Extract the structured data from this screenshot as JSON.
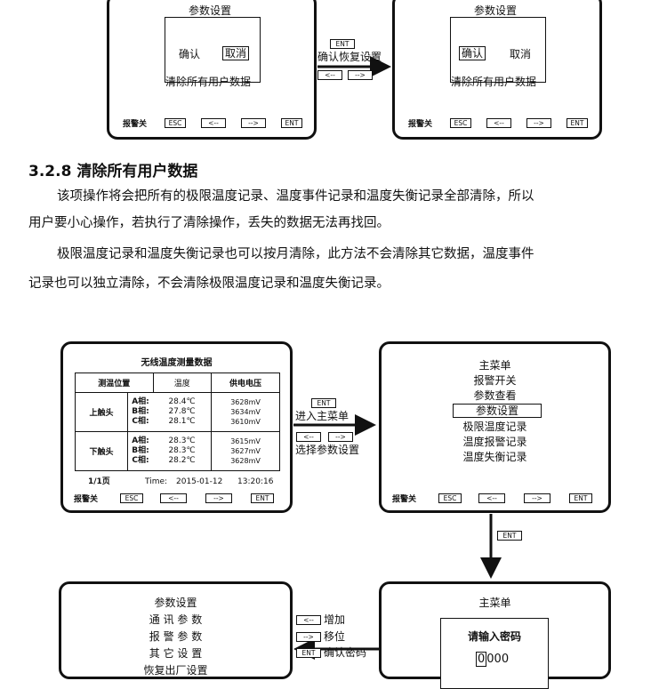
{
  "top_left_screen": {
    "title": "参数设置",
    "confirm": "确认",
    "cancel": "取消",
    "bottom_text": "清除所有用户数据"
  },
  "top_right_screen": {
    "title": "参数设置",
    "confirm": "确认",
    "cancel": "取消",
    "bottom_text": "清除所有用户数据"
  },
  "keypad": {
    "alarm_off": "报警关",
    "esc": "ESC",
    "left": "<--",
    "right": "-->",
    "ent": "ENT"
  },
  "top_arrow": {
    "ent": "ENT",
    "label": "确认恢复设置",
    "left": "<--",
    "right": "-->"
  },
  "section": {
    "heading": "3.2.8  清除所有用户数据",
    "paragraphs": [
      "该项操作将会把所有的极限温度记录、温度事件记录和温度失衡记录全部清除，所以",
      "用户要小心操作，若执行了清除操作，丢失的数据无法再找回。",
      "极限温度记录和温度失衡记录也可以按月清除，此方法不会清除其它数据，温度事件",
      "记录也可以独立清除，不会清除极限温度记录和温度失衡记录。"
    ]
  },
  "measure_screen": {
    "title": "无线温度测量数据",
    "headers": [
      "测温位置",
      "温度",
      "供电电压"
    ],
    "groups": [
      {
        "name": "上触头",
        "phases": "A相:\nB相:\nC相:",
        "temps": "28.4℃\n27.8℃\n28.1℃",
        "volts": "3628mV\n3634mV\n3610mV"
      },
      {
        "name": "下触头",
        "phases": "A相:\nB相:\nC相:",
        "temps": "28.3℃\n28.3℃\n28.2℃",
        "volts": "3615mV\n3627mV\n3628mV"
      }
    ],
    "page": "1/1页",
    "time_label": "Time:",
    "date": "2015-01-12",
    "time": "13:20:16"
  },
  "mid_arrow": {
    "ent": "ENT",
    "label": "进入主菜单",
    "left": "<--",
    "right": "-->",
    "label2": "选择参数设置"
  },
  "main_menu": {
    "items": [
      "主菜单",
      "报警开关",
      "参数查看",
      "参数设置",
      "极限温度记录",
      "温度报警记录",
      "温度失衡记录"
    ]
  },
  "down_arrow": {
    "ent": "ENT"
  },
  "param_menu": {
    "items": [
      "参数设置",
      "通 讯 参 数",
      "报 警 参 数",
      "其 它 设 置",
      "恢复出厂设置"
    ]
  },
  "bottom_arrow": {
    "left": "<--",
    "left_label": "增加",
    "right": "-->",
    "right_label": "移位",
    "ent": "ENT",
    "ent_label": "确认密码"
  },
  "password_screen": {
    "title": "主菜单",
    "prompt": "请输入密码",
    "digits": "0000"
  }
}
